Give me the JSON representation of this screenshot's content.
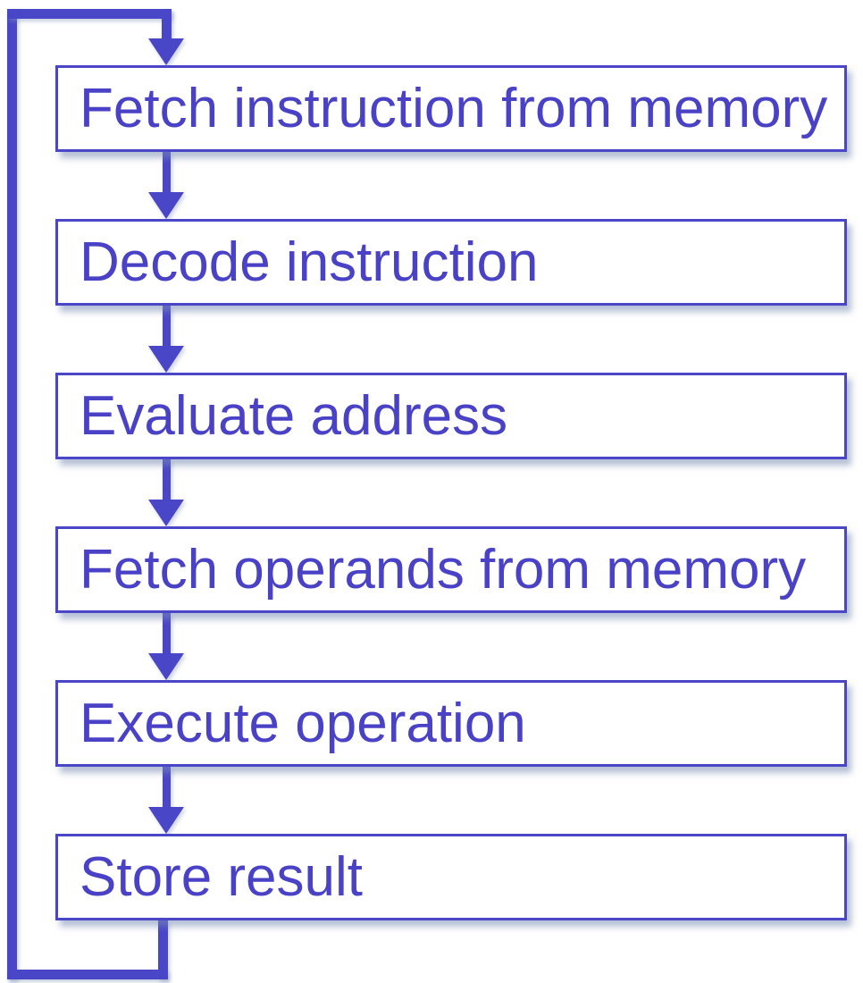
{
  "diagram": {
    "type": "flowchart",
    "orientation": "top-to-bottom",
    "steps": [
      {
        "label": "Fetch instruction from memory"
      },
      {
        "label": "Decode instruction"
      },
      {
        "label": "Evaluate address"
      },
      {
        "label": "Fetch operands from memory"
      },
      {
        "label": "Execute operation"
      },
      {
        "label": "Store result"
      }
    ],
    "connections": [
      {
        "from": "Fetch instruction from memory",
        "to": "Decode instruction",
        "style": "arrow-down"
      },
      {
        "from": "Decode instruction",
        "to": "Evaluate address",
        "style": "arrow-down"
      },
      {
        "from": "Evaluate address",
        "to": "Fetch operands from memory",
        "style": "arrow-down"
      },
      {
        "from": "Fetch operands from memory",
        "to": "Execute operation",
        "style": "arrow-down"
      },
      {
        "from": "Execute operation",
        "to": "Store result",
        "style": "arrow-down"
      },
      {
        "from": "Store result",
        "to": "Fetch instruction from memory",
        "style": "loop-back-left-side"
      }
    ],
    "colors": {
      "accent_blue": "#4a46c8",
      "text_blue": "#4a42c6",
      "box_background": "#ffffff",
      "page_background": "#ffffff",
      "shadow": "rgba(120,140,180,0.55)"
    }
  }
}
